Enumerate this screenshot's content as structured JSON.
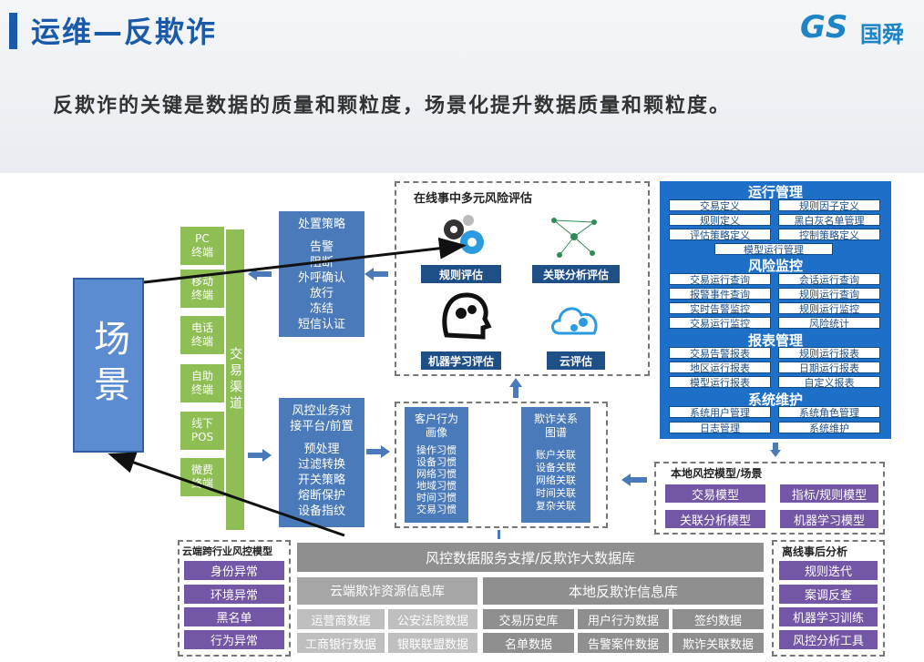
{
  "header": {
    "title": "运维—反欺诈",
    "logo_gs": "GS",
    "logo_cn": "国舜",
    "subtitle": "反欺诈的关键是数据的质量和颗粒度，场景化提升数据质量和颗粒度。"
  },
  "scene_label": "场景",
  "channels": {
    "items": [
      "PC\n终端",
      "移动\n终端",
      "电话\n终端",
      "自助\n终端",
      "线下\nPOS",
      "微费\n终端"
    ],
    "bar_label": "交易渠道"
  },
  "disposal": {
    "title": "处置策略",
    "items": [
      "告警",
      "阻断",
      "外呼确认",
      "放行",
      "冻结",
      "短信认证"
    ]
  },
  "platform": {
    "title": "风控业务对\n接平台/前置",
    "items": [
      "预处理",
      "过滤转换",
      "开关策略",
      "熔断保护",
      "设备指纹"
    ]
  },
  "online_eval": {
    "title": "在线事中多元风险评估",
    "items": [
      "规则评估",
      "关联分析评估",
      "机器学习评估",
      "云评估"
    ]
  },
  "behavior": {
    "title": "客户行为\n画像",
    "items": [
      "操作习惯",
      "设备习惯",
      "网络习惯",
      "地域习惯",
      "时间习惯",
      "交易习惯"
    ]
  },
  "fraud_graph": {
    "title": "欺诈关系\n图谱",
    "items": [
      "账户关联",
      "设备关联",
      "网络关联",
      "时间关联",
      "复杂关联"
    ]
  },
  "ops_panel": {
    "sections": [
      {
        "title": "运行管理",
        "items": [
          "交易定义",
          "规则因子定义",
          "规则定义",
          "黑白灰名单管理",
          "评估策略定义",
          "控制策略定义",
          "模型运行管理"
        ]
      },
      {
        "title": "风险监控",
        "items": [
          "交易运行查询",
          "会话运行查询",
          "报警事件查询",
          "规则运行查询",
          "实时告警监控",
          "规则运行监控",
          "交易运行监控",
          "风险统计"
        ]
      },
      {
        "title": "报表管理",
        "items": [
          "交易告警报表",
          "规则运行报表",
          "地区运行报表",
          "日期运行报表",
          "模型运行报表",
          "自定义报表"
        ]
      },
      {
        "title": "系统维护",
        "items": [
          "系统用户管理",
          "系统角色管理",
          "日志管理",
          "系统维护"
        ]
      }
    ]
  },
  "local_models": {
    "title": "本地风控模型/场景",
    "items": [
      "交易模型",
      "指标/规则模型",
      "关联分析模型",
      "机器学习模型"
    ]
  },
  "cloud_models": {
    "title": "云端跨行业风控模型",
    "items": [
      "身份异常",
      "环境异常",
      "黑名单",
      "行为异常"
    ]
  },
  "offline": {
    "title": "离线事后分析",
    "items": [
      "规则迭代",
      "案调反查",
      "机器学习训练",
      "风控分析工具"
    ]
  },
  "bigdata": {
    "title": "风控数据服务支撑/反欺诈大数据库",
    "cloud_lib": "云端欺诈资源信息库",
    "local_lib": "本地反欺诈信息库",
    "cloud_items": [
      "运营商数据",
      "公安法院数据",
      "工商银行数据",
      "银联联盟数据"
    ],
    "local_items": [
      "交易历史库",
      "用户行为数据",
      "签约数据",
      "名单数据",
      "告警案件数据",
      "欺诈关联数据"
    ]
  },
  "colors": {
    "title_blue": "#1a5aa8",
    "channel_green": "#8fbe55",
    "box_blue": "#4a7ab9",
    "panel_blue": "#1d6fc7",
    "purple": "#7456a6",
    "gray": "#8f8f8f"
  }
}
